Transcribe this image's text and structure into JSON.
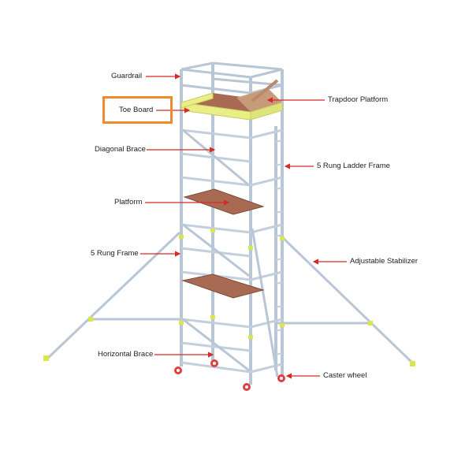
{
  "labels": {
    "guardrail": "Guardrail",
    "toe_board": "Toe Board",
    "diagonal_brace": "Diagonal Brace",
    "platform": "Platform",
    "five_rung_frame": "5 Rung Frame",
    "horizontal_brace": "Horizontal Brace",
    "trapdoor_platform": "Trapdoor Platform",
    "five_rung_ladder_frame": "5 Rung Ladder Frame",
    "adjustable_stabilizer": "Adjustable Stabilizer",
    "caster_wheel": "Caster wheel"
  },
  "highlighted_label": "toe_board",
  "colors": {
    "frame": "#b9c6d6",
    "frame_edge": "#8e9db0",
    "arrow": "#d42a2a",
    "toe_board": "#e9ee86",
    "platform_deck": "#a86a52",
    "highlight": "#f08a2c",
    "clip": "#d8e84a"
  }
}
